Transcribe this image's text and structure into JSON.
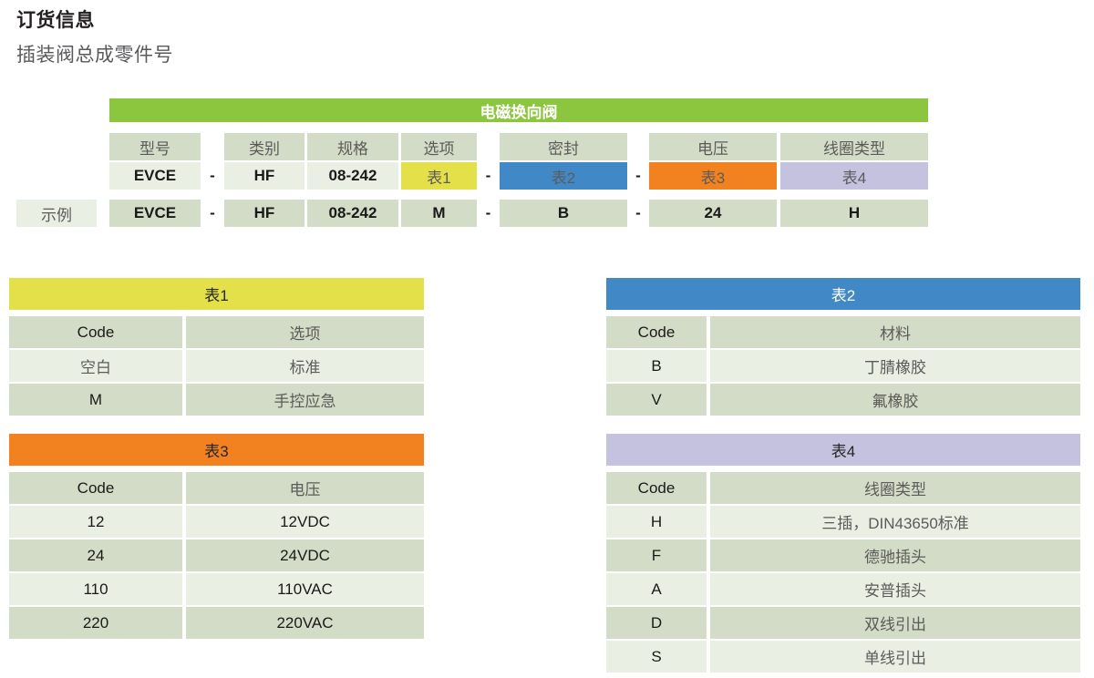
{
  "titles": {
    "main": "订货信息",
    "sub": "插装阀总成零件号"
  },
  "colors": {
    "green": "#8cc63e",
    "yellow": "#e4e04a",
    "blue": "#4089c6",
    "orange": "#f28220",
    "purple": "#c5c2e0",
    "cell_dark": "#d3dcc6",
    "cell_light": "#e9efe2"
  },
  "ordering": {
    "banner": "电磁换向阀",
    "example_label": "示例",
    "separator": "-",
    "headers": {
      "model": "型号",
      "category": "类别",
      "size": "规格",
      "option": "选项",
      "seal": "密封",
      "voltage": "电压",
      "coil": "线圈类型"
    },
    "code_row": {
      "model": "EVCE",
      "category": "HF",
      "size": "08-242",
      "option": "表1",
      "seal": "表2",
      "voltage": "表3",
      "coil": "表4"
    },
    "example_row": {
      "model": "EVCE",
      "category": "HF",
      "size": "08-242",
      "option": "M",
      "seal": "B",
      "voltage": "24",
      "coil": "H"
    }
  },
  "table1": {
    "title": "表1",
    "columns": [
      "Code",
      "选项"
    ],
    "rows": [
      [
        "空白",
        "标准"
      ],
      [
        "M",
        "手控应急"
      ]
    ]
  },
  "table2": {
    "title": "表2",
    "columns": [
      "Code",
      "材料"
    ],
    "rows": [
      [
        "B",
        "丁腈橡胶"
      ],
      [
        "V",
        "氟橡胶"
      ]
    ]
  },
  "table3": {
    "title": "表3",
    "columns": [
      "Code",
      "电压"
    ],
    "rows": [
      [
        "12",
        "12VDC"
      ],
      [
        "24",
        "24VDC"
      ],
      [
        "110",
        "110VAC"
      ],
      [
        "220",
        "220VAC"
      ]
    ]
  },
  "table4": {
    "title": "表4",
    "columns": [
      "Code",
      "线圈类型"
    ],
    "rows": [
      [
        "H",
        "三插，DIN43650标准"
      ],
      [
        "F",
        "德驰插头"
      ],
      [
        "A",
        "安普插头"
      ],
      [
        "D",
        "双线引出"
      ],
      [
        "S",
        "单线引出"
      ]
    ]
  }
}
